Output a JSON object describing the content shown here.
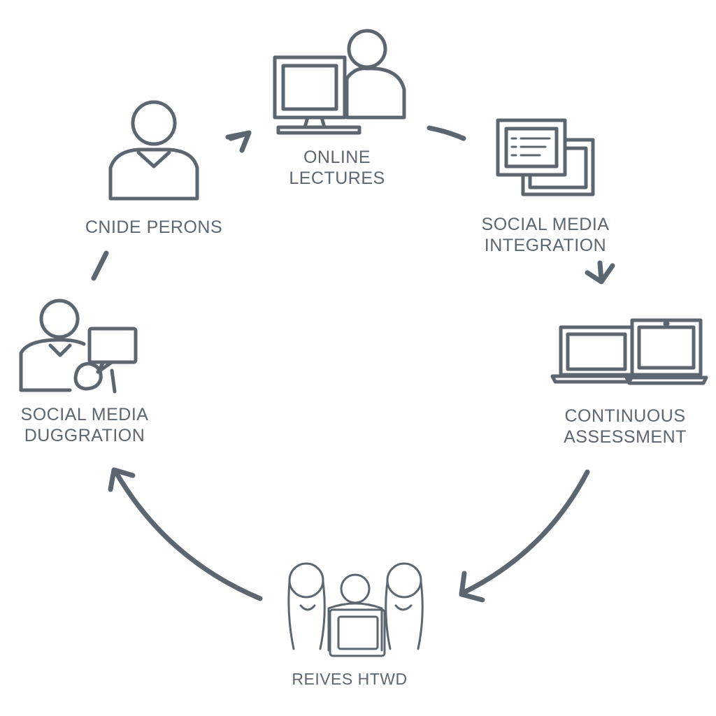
{
  "colors": {
    "stroke": "#5c6670",
    "text": "#5c6670",
    "background": "#ffffff"
  },
  "nodes": [
    {
      "id": "online-lectures",
      "icon": "monitor-person-icon",
      "lines": [
        "ONLINE",
        "LECTURES"
      ]
    },
    {
      "id": "social-media-integration",
      "icon": "windows-icon",
      "lines": [
        "SOCIAL MEDIA",
        "INTEGRATION"
      ]
    },
    {
      "id": "continuous-assessment",
      "icon": "laptops-icon",
      "lines": [
        "CONTINUOUS",
        "ASSESSMENT"
      ]
    },
    {
      "id": "reives-htwd",
      "icon": "group-icon",
      "lines": [
        "REIVES HTWD"
      ]
    },
    {
      "id": "social-media-duggration",
      "icon": "person-chat-icon",
      "lines": [
        "SOCIAL MEDIA",
        "DUGGRATION"
      ]
    },
    {
      "id": "cnide-perons",
      "icon": "person-icon",
      "lines": [
        "CNIDE PERONS"
      ]
    }
  ]
}
